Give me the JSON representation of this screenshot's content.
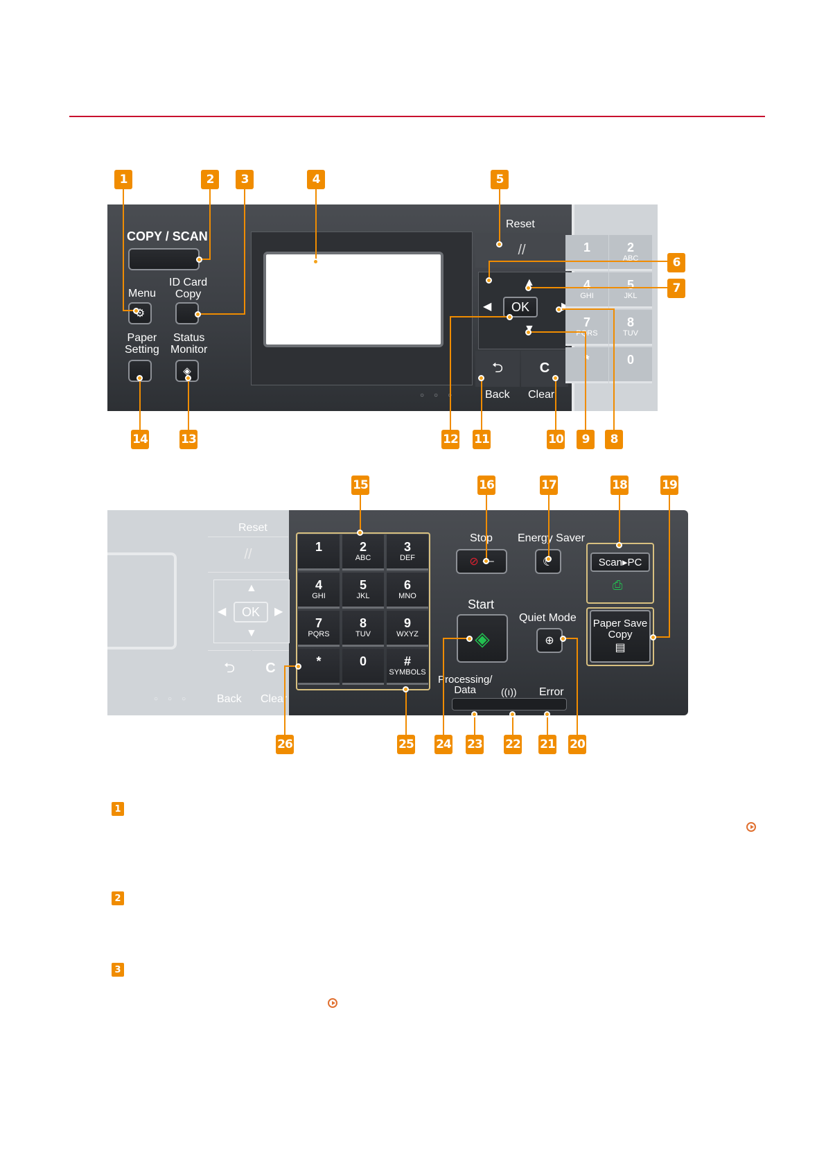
{
  "callouts": {
    "c1": "1",
    "c2": "2",
    "c3": "3",
    "c4": "4",
    "c5": "5",
    "c6": "6",
    "c7": "7",
    "c8": "8",
    "c9": "9",
    "c10": "10",
    "c11": "11",
    "c12": "12",
    "c13": "13",
    "c14": "14",
    "c15": "15",
    "c16": "16",
    "c17": "17",
    "c18": "18",
    "c19": "19",
    "c20": "20",
    "c21": "21",
    "c22": "22",
    "c23": "23",
    "c24": "24",
    "c25": "25",
    "c26": "26"
  },
  "top_panel": {
    "copy_scan": "COPY / SCAN",
    "menu": "Menu",
    "id_card_copy": "ID Card\nCopy",
    "paper_setting": "Paper\nSetting",
    "status_monitor": "Status\nMonitor",
    "reset": "Reset",
    "ok": "OK",
    "back": "Back",
    "clear": "Clear",
    "back_symbol": "⮌",
    "clear_symbol": "C",
    "keys": [
      {
        "n": "1",
        "s": ""
      },
      {
        "n": "2",
        "s": "ABC"
      },
      {
        "n": "4",
        "s": "GHI"
      },
      {
        "n": "5",
        "s": "JKL"
      },
      {
        "n": "7",
        "s": "PQRS"
      },
      {
        "n": "8",
        "s": "TUV"
      },
      {
        "n": "*",
        "s": ""
      },
      {
        "n": "0",
        "s": ""
      }
    ]
  },
  "bottom_panel": {
    "reset": "Reset",
    "ok": "OK",
    "back": "Back",
    "clear": "Clear",
    "stop": "Stop",
    "energy_saver": "Energy Saver",
    "scan_pc": "Scan▸PC",
    "paper_save_copy": "Paper Save\nCopy",
    "start": "Start",
    "quiet_mode": "Quiet Mode",
    "processing_data": "Processing/\nData",
    "wifi": "((ı))",
    "error": "Error",
    "keys": [
      {
        "n": "1",
        "s": ""
      },
      {
        "n": "2",
        "s": "ABC"
      },
      {
        "n": "3",
        "s": "DEF"
      },
      {
        "n": "4",
        "s": "GHI"
      },
      {
        "n": "5",
        "s": "JKL"
      },
      {
        "n": "6",
        "s": "MNO"
      },
      {
        "n": "7",
        "s": "PQRS"
      },
      {
        "n": "8",
        "s": "TUV"
      },
      {
        "n": "9",
        "s": "WXYZ"
      },
      {
        "n": "*",
        "s": ""
      },
      {
        "n": "0",
        "s": ""
      },
      {
        "n": "#",
        "s": "SYMBOLS"
      }
    ]
  },
  "descriptions": [
    "1",
    "2",
    "3"
  ],
  "colors": {
    "accent": "#f08c00",
    "rule": "#c8102e",
    "link": "#e07030"
  }
}
